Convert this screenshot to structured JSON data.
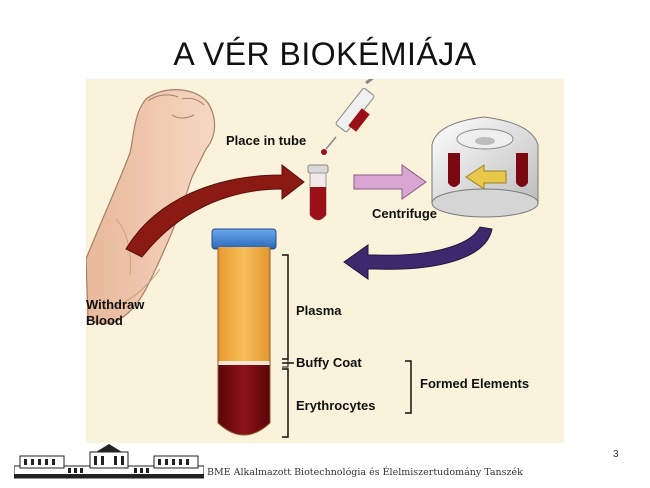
{
  "slide": {
    "title": "A VÉR BIOKÉMIÁJA",
    "page_number": "3",
    "footer_text": "BME Alkalmazott Biotechnológia és Élelmiszertudomány Tanszék"
  },
  "diagram": {
    "labels": {
      "place_in_tube": "Place in tube",
      "centrifuge": "Centrifuge",
      "withdraw_blood": "Withdraw Blood",
      "plasma": "Plasma",
      "buffy_coat": "Buffy Coat",
      "erythrocytes": "Erythrocytes",
      "formed_elements": "Formed Elements"
    },
    "colors": {
      "background": "#fbf2dc",
      "blood": "#7a0a10",
      "plasma": "#f0a93a",
      "arrow_red": "#8b1a12",
      "arrow_pink": "#c98ac0",
      "arrow_purple": "#3d2a6e",
      "cap": "#3b82d6",
      "centrifuge_arrow": "#e7c84a"
    }
  }
}
